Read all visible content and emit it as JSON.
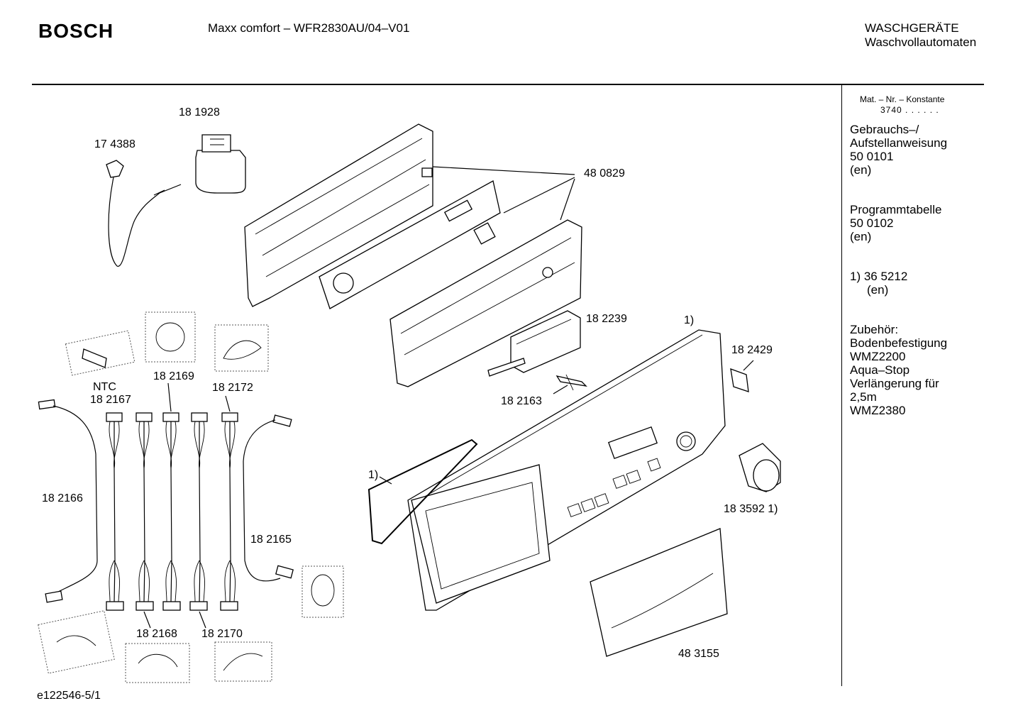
{
  "header": {
    "brand": "BOSCH",
    "model": "Maxx comfort – WFR2830AU/04–V01",
    "category_line1": "WASCHGERÄTE",
    "category_line2": "Waschvollautomaten"
  },
  "sidebar": {
    "mat_nr_label": "Mat. – Nr. – Konstante",
    "mat_nr_value": "3740 . . . . . .",
    "manual_line1": "Gebrauchs–/",
    "manual_line2": "Aufstellanweisung",
    "manual_number": "50 0101",
    "manual_lang": "(en)",
    "program_table_label": "Programmtabelle",
    "program_table_number": "50 0102",
    "program_table_lang": "(en)",
    "note_1": "1) 36 5212",
    "note_1_lang": "(en)",
    "accessories_title": "Zubehör:",
    "accessory_1": "Bodenbefestigung",
    "accessory_2": "WMZ2200",
    "accessory_3": "Aqua–Stop",
    "accessory_4": "Verlängerung für",
    "accessory_5": "2,5m",
    "accessory_6": "WMZ2380"
  },
  "parts": {
    "p181928": "18 1928",
    "p174388": "17 4388",
    "p480829": "48 0829",
    "p182239": "18 2239",
    "note_1a": "1)",
    "p182429": "18 2429",
    "p182163": "18 2163",
    "ntc": "NTC",
    "p182167": "18 2167",
    "p182169": "18 2169",
    "p182172": "18 2172",
    "p182166": "18 2166",
    "p182165": "18 2165",
    "note_1b": "1)",
    "p183592": "18 3592 1)",
    "p182168": "18 2168",
    "p182170": "18 2170",
    "p483155": "48 3155"
  },
  "footer": {
    "drawing_id": "e122546-5/1"
  }
}
